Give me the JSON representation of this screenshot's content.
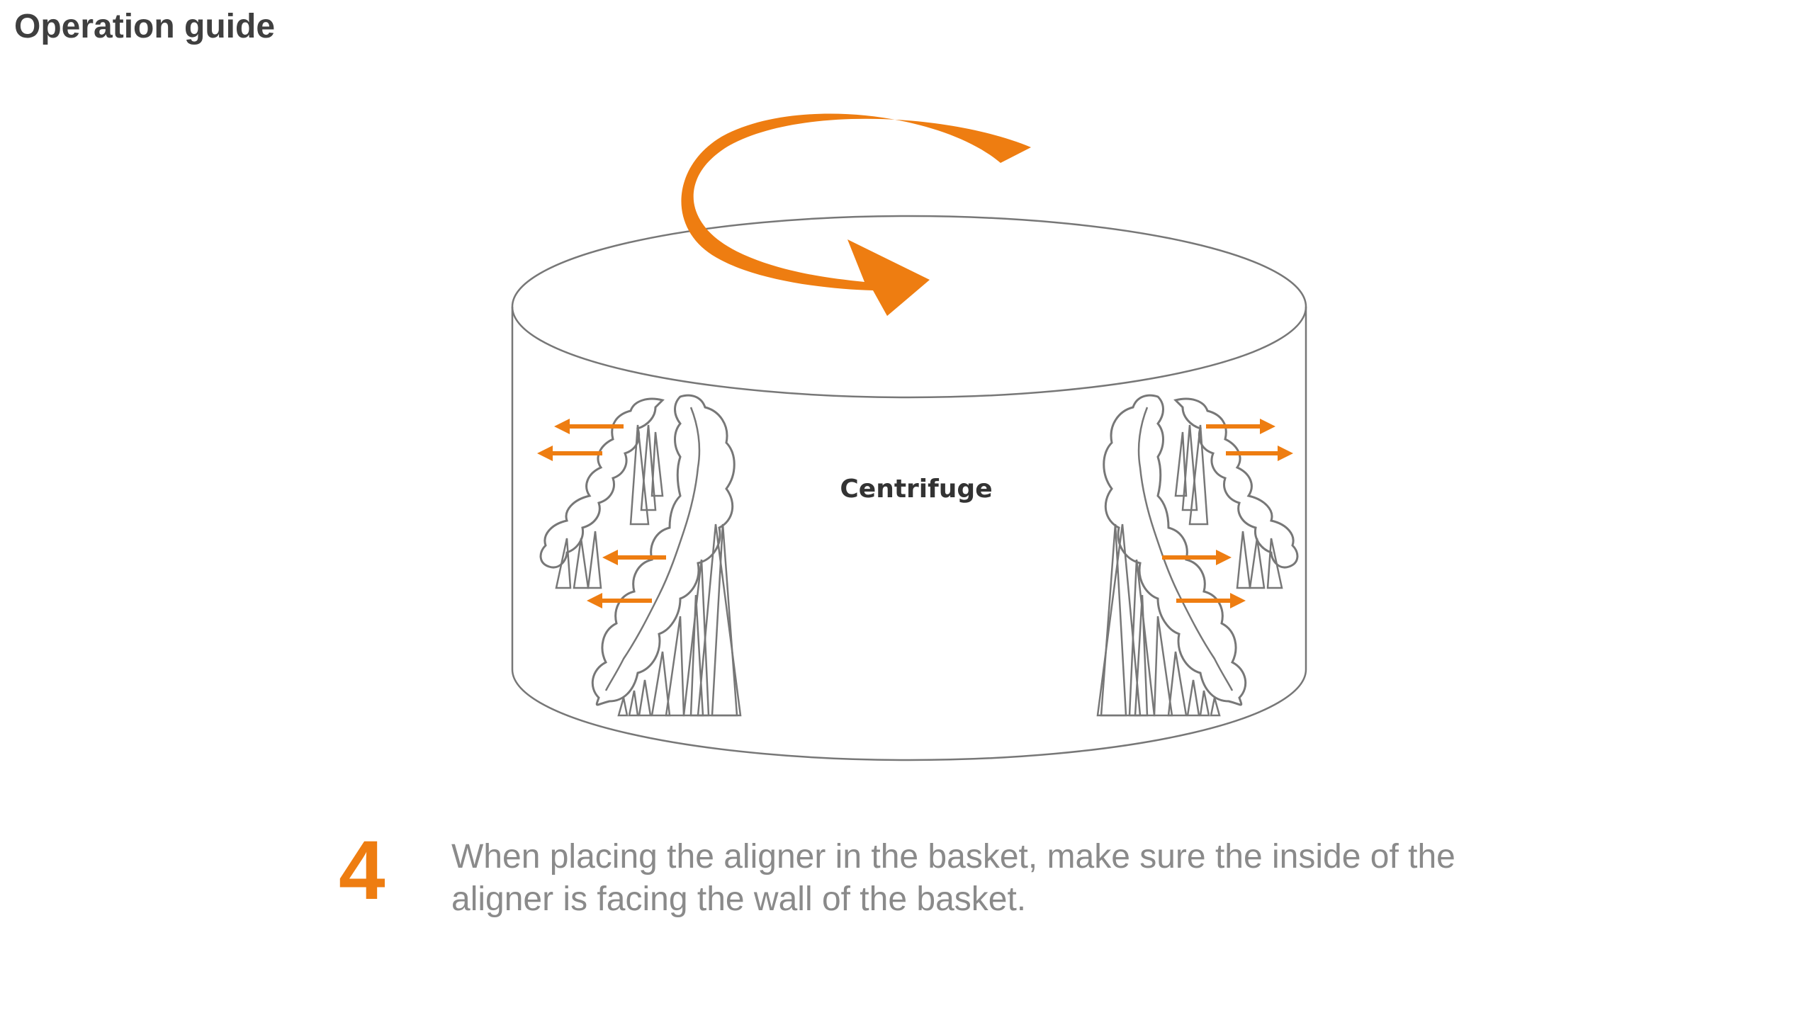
{
  "header": {
    "title": "Operation guide"
  },
  "diagram": {
    "label": "Centrifuge",
    "accent_color": "#ee7d11",
    "line_color": "#777777",
    "icons": {
      "rotation": "curved-rotation-arrow-icon",
      "outward_force": "outward-arrow-icon",
      "aligner": "dental-aligner-icon"
    }
  },
  "step": {
    "number": "4",
    "text": "When placing the aligner in the basket, make sure the inside of the aligner is facing the wall of the basket."
  }
}
